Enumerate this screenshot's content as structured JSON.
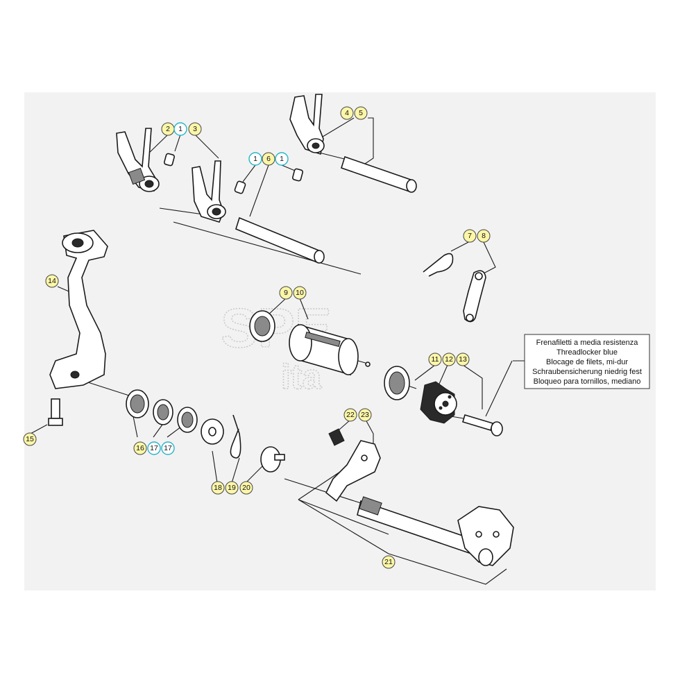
{
  "labels": [
    {
      "id": "l2a",
      "text": "2",
      "style": "yellow"
    },
    {
      "id": "l1a",
      "text": "1",
      "style": "cyan"
    },
    {
      "id": "l3",
      "text": "3",
      "style": "yellow"
    },
    {
      "id": "l4",
      "text": "4",
      "style": "yellow"
    },
    {
      "id": "l5",
      "text": "5",
      "style": "yellow"
    },
    {
      "id": "l1b",
      "text": "1",
      "style": "cyan"
    },
    {
      "id": "l6",
      "text": "6",
      "style": "yellow"
    },
    {
      "id": "l1c",
      "text": "1",
      "style": "cyan"
    },
    {
      "id": "l7",
      "text": "7",
      "style": "yellow"
    },
    {
      "id": "l8",
      "text": "8",
      "style": "yellow"
    },
    {
      "id": "l14",
      "text": "14",
      "style": "yellow"
    },
    {
      "id": "l9",
      "text": "9",
      "style": "yellow"
    },
    {
      "id": "l10",
      "text": "10",
      "style": "yellow"
    },
    {
      "id": "l11",
      "text": "11",
      "style": "yellow"
    },
    {
      "id": "l12",
      "text": "12",
      "style": "yellow"
    },
    {
      "id": "l13",
      "text": "13",
      "style": "yellow"
    },
    {
      "id": "l15",
      "text": "15",
      "style": "yellow"
    },
    {
      "id": "l16",
      "text": "16",
      "style": "yellow"
    },
    {
      "id": "l17a",
      "text": "17",
      "style": "cyan"
    },
    {
      "id": "l17b",
      "text": "17",
      "style": "cyan"
    },
    {
      "id": "l22",
      "text": "22",
      "style": "yellow"
    },
    {
      "id": "l23",
      "text": "23",
      "style": "yellow"
    },
    {
      "id": "l18",
      "text": "18",
      "style": "yellow"
    },
    {
      "id": "l19",
      "text": "19",
      "style": "yellow"
    },
    {
      "id": "l20",
      "text": "20",
      "style": "yellow"
    },
    {
      "id": "l21",
      "text": "21",
      "style": "yellow"
    }
  ],
  "note": {
    "lines": [
      "Frenafiletti a media resistenza",
      "Threadlocker blue",
      "Blocage de filets, mi-dur",
      "Schraubensicherung niedrig fest",
      "Bloqueo para tornillos, mediano"
    ]
  },
  "colors": {
    "label_yellow": "#fbf6a8",
    "label_cyan_ring": "#25b6c9",
    "panel": "#f2f2f2"
  }
}
